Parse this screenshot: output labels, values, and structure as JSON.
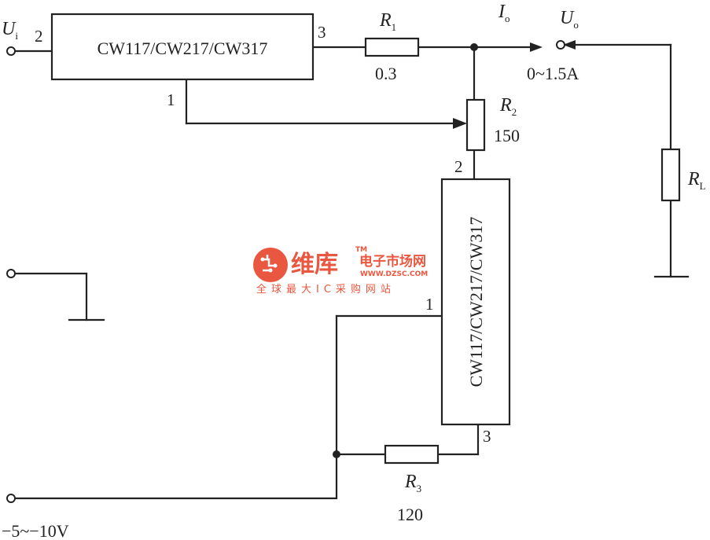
{
  "regulator_top": {
    "label": "CW117/CW217/CW317",
    "pin_in": "2",
    "pin_out": "3",
    "pin_adj": "1"
  },
  "regulator_vertical": {
    "label": "CW117/CW217/CW317",
    "pin_top": "2",
    "pin_adj": "1",
    "pin_bottom": "3"
  },
  "input": {
    "symbol": "U",
    "subscript": "i"
  },
  "output": {
    "symbol": "U",
    "subscript": "o",
    "current_range": "0~1.5A"
  },
  "current": {
    "symbol": "I",
    "subscript": "o"
  },
  "r1": {
    "symbol": "R",
    "subscript": "1",
    "value": "0.3"
  },
  "r2": {
    "symbol": "R",
    "subscript": "2",
    "value": "150"
  },
  "r3": {
    "symbol": "R",
    "subscript": "3",
    "value": "120"
  },
  "load": {
    "symbol": "R",
    "subscript": "L"
  },
  "negative_supply": {
    "label": "−5~−10V"
  },
  "watermark": {
    "brand": "维库",
    "site": "电子市场网",
    "url": "WWW.DZSC.COM",
    "tagline": "全球最大IC采购网站",
    "tm": "TM",
    "color": "#e8452c"
  }
}
